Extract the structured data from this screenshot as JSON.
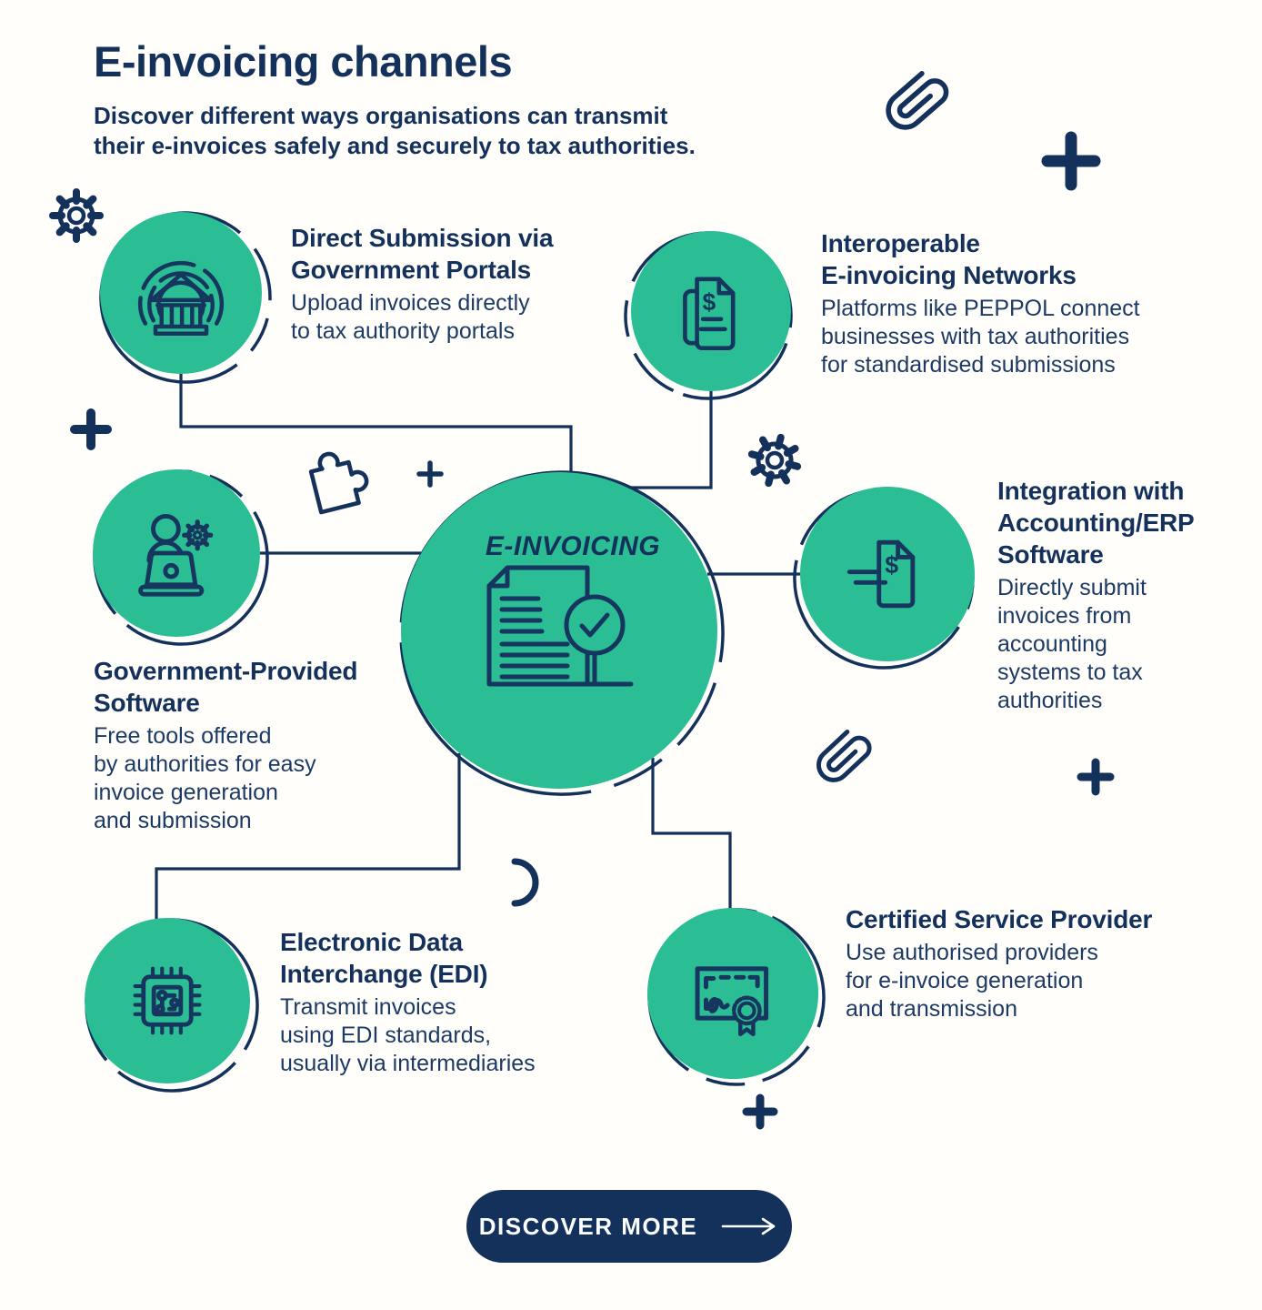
{
  "header": {
    "title": "E-invoicing channels",
    "subtitle": "Discover different ways organisations can transmit\ntheir e-invoices safely and securely to tax authorities."
  },
  "center": {
    "label": "E-INVOICING",
    "icon": "invoice-check-icon"
  },
  "nodes": [
    {
      "id": "government-portals",
      "icon": "bank-broadcast-icon",
      "title": "Direct Submission via\nGovernment Portals",
      "description": "Upload invoices directly\nto tax authority portals"
    },
    {
      "id": "interoperable-networks",
      "icon": "invoice-documents-icon",
      "title": "Interoperable\nE-invoicing Networks",
      "description": "Platforms like PEPPOL connect\nbusinesses with tax authorities\nfor standardised submissions"
    },
    {
      "id": "government-software",
      "icon": "person-laptop-gear-icon",
      "title": "Government-Provided\nSoftware",
      "description": "Free tools offered\nby authorities for easy\ninvoice generation\nand submission"
    },
    {
      "id": "accounting-erp-integration",
      "icon": "invoice-send-icon",
      "title": "Integration with\nAccounting/ERP\nSoftware",
      "description": "Directly submit\ninvoices from\naccounting\nsystems to tax\nauthorities"
    },
    {
      "id": "edi",
      "icon": "microchip-icon",
      "title": "Electronic Data\nInterchange (EDI)",
      "description": "Transmit invoices\nusing EDI standards,\nusually via intermediaries"
    },
    {
      "id": "certified-service-provider",
      "icon": "certificate-icon",
      "title": "Certified Service Provider",
      "description": "Use authorised providers\nfor e-invoice generation\nand transmission"
    }
  ],
  "cta": {
    "label": "DISCOVER MORE",
    "icon": "arrow-right-icon"
  },
  "colors": {
    "green": "#2BBD93",
    "navy": "#14315B",
    "icon_stroke": "#17365F",
    "background": "#FFFEFB"
  },
  "decorations": [
    "paperclip-icon",
    "plus-icon",
    "gear-icon",
    "puzzle-piece-icon",
    "arc-icon"
  ]
}
